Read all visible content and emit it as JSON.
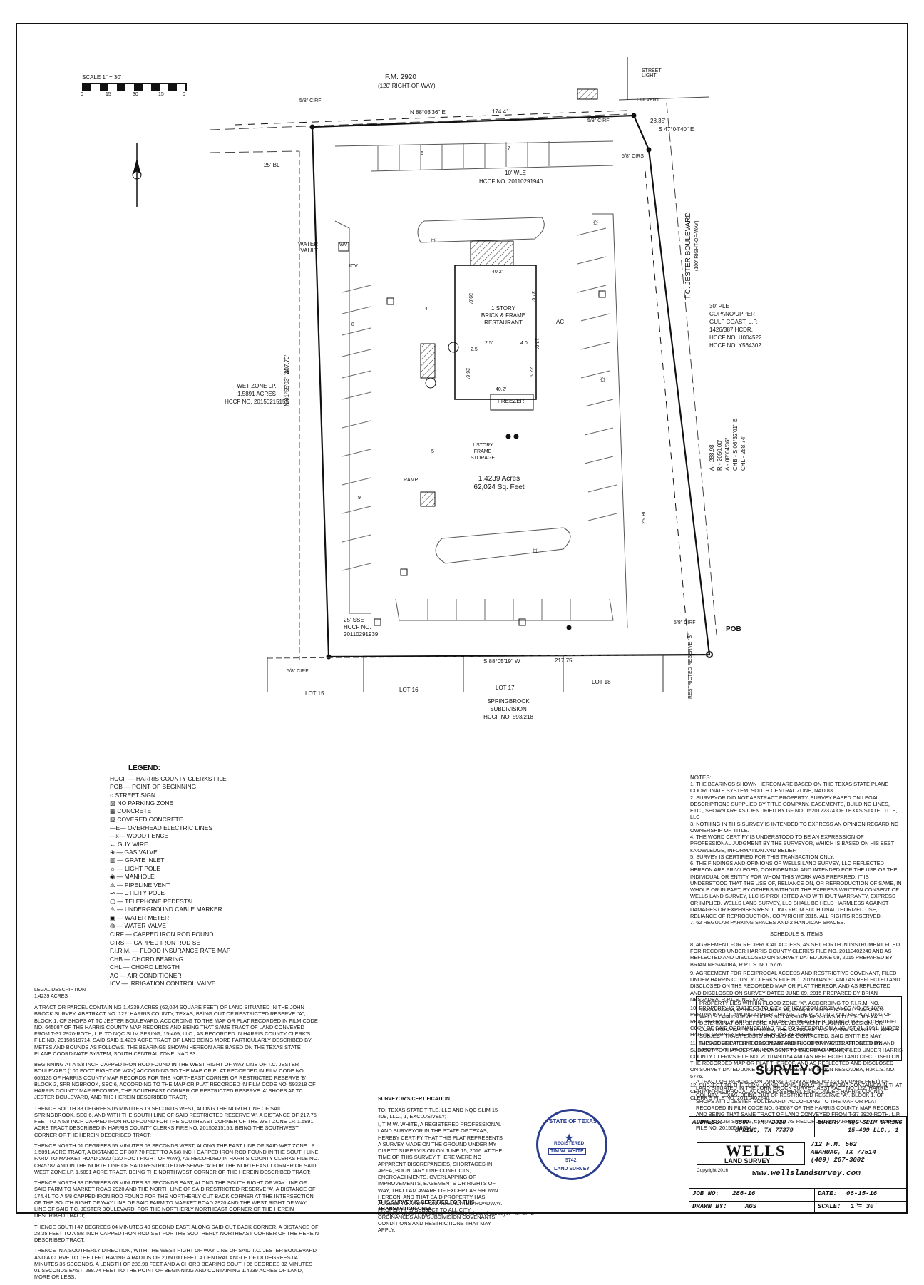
{
  "scale": {
    "label": "SCALE 1\" = 30'",
    "ticks": [
      "0",
      "15",
      "30",
      "15",
      "0"
    ]
  },
  "site": {
    "road_north": "F.M. 2920",
    "road_north_row": "(120' RIGHT-OF-WAY)",
    "road_east": "T.C. JESTER BOULEVARD",
    "road_east_row": "(100' RIGHT-OF-WAY)",
    "street_light": "STREET LIGHT",
    "culvert": "CULVERT",
    "bearing_north": "N 88°03'36\" E",
    "dist_north": "174.41'",
    "dist_cut": "28.35'",
    "bearing_cut": "S 47°04'40\" E",
    "bearing_west": "N 01°55'03\" W",
    "dist_west": "307.70'",
    "bearing_south": "S 88°05'19\" W",
    "dist_south": "217.75'",
    "curve": [
      "A - 288.98'",
      "R - 2050.00'",
      "Δ - 08°04'36\"",
      "CHB - S 06°32'01\" E",
      "CHL - 288.74'"
    ],
    "cirf": "5/8\" CIRF",
    "cirs": "5/8\" CIRS",
    "bl": "25' BL",
    "bl_east": "25' BL",
    "wle": [
      "10' WLE",
      "HCCF NO. 20110291940"
    ],
    "water_vault": "WATER VAULT",
    "icv": "ICV",
    "wv": "WV",
    "building": [
      "1 STORY",
      "BRICK & FRAME",
      "RESTAURANT"
    ],
    "dims": [
      "40.2'",
      "39.0'",
      "37.6'",
      "2.5'",
      "4.0'",
      "13.0'",
      "2.5'",
      "26.6'",
      "22.6'",
      "40.2'"
    ],
    "ac": "AC",
    "freezer": "FREEZER",
    "storage": [
      "1 STORY",
      "FRAME",
      "STORAGE"
    ],
    "area": [
      "1.4239 Acres",
      "62,024 Sq. Feet"
    ],
    "ramp": "RAMP",
    "wetzone": [
      "WET ZONE LP.",
      "1.5891 ACRES",
      "HCCF NO. 20150215155"
    ],
    "ple": [
      "30' PLE",
      "COPANO/UPPER",
      "GULF COAST, L.P.",
      "1426/387 HCDR,",
      "HCCF NO. U004522",
      "HCCF NO. Y564302"
    ],
    "sse": [
      "25' SSE",
      "HCCF NO.",
      "20110291939"
    ],
    "pob": "POB",
    "lots": [
      "LOT 15",
      "LOT 16",
      "LOT 17",
      "LOT 18"
    ],
    "subdivision": [
      "SPRINGBROOK",
      "SUBDIVISION",
      "HCCF NO. 593/218"
    ],
    "restricted": "RESTRICTED RESERVE \"B\"",
    "space_counts": [
      "6",
      "7",
      "4",
      "8",
      "5",
      "9"
    ]
  },
  "legend": {
    "title": "LEGEND:",
    "items": [
      "HCCF — HARRIS COUNTY CLERKS FILE",
      "POB — POINT OF BEGINNING",
      "○ STREET SIGN",
      "▨ NO PARKING ZONE",
      "▦ CONCRETE",
      "▧ COVERED CONCRETE",
      "—E— OVERHEAD ELECTRIC LINES",
      "—x— WOOD FENCE",
      "← GUY WIRE",
      "⊕ — GAS VALVE",
      "▥ — GRATE INLET",
      "☼ — LIGHT POLE",
      "◉ — MANHOLE",
      "⚠ — PIPELINE VENT",
      "⊸ — UTILITY POLE",
      "▢ — TELEPHONE PEDESTAL",
      "⚠ — UNDERGROUND CABLE MARKER",
      "▣ — WATER METER",
      "◍ — WATER VALVE",
      "CIRF — CAPPED IRON ROD FOUND",
      "CIRS — CAPPED IRON ROD SET",
      "F.I.R.M. — FLOOD INSURANCE RATE MAP",
      "CHB — CHORD BEARING",
      "CHL — CHORD LENGTH",
      "AC — AIR CONDITIONER",
      "ICV — IRRIGATION CONTROL VALVE"
    ]
  },
  "notes": {
    "title": "NOTES:",
    "items": [
      "1. THE BEARINGS SHOWN HEREON ARE BASED ON THE TEXAS STATE PLANE COORDINATE SYSTEM, SOUTH CENTRAL ZONE, NAD 83.",
      "2. SURVEYOR DID NOT ABSTRACT PROPERTY. SURVEY BASED ON LEGAL DESCRIPTIONS SUPPLIED BY TITLE COMPANY. EASEMENTS, BUILDING LINES, ETC., SHOWN ARE AS IDENTIFIED BY GF NO. 1520122374 OF TEXAS STATE TITLE, LLC",
      "3. NOTHING IN THIS SURVEY IS INTENDED TO EXPRESS AN OPINION REGARDING OWNERSHIP OR TITLE.",
      "4. THE WORD CERTIFY IS UNDERSTOOD TO BE AN EXPRESSION OF PROFESSIONAL JUDGMENT BY THE SURVEYOR, WHICH IS BASED ON HIS BEST KNOWLEDGE, INFORMATION AND BELIEF.",
      "5. SURVEY IS CERTIFIED FOR THIS TRANSACTION ONLY.",
      "6. THE FINDINGS AND OPINIONS OF WELLS LAND SURVEY, LLC REFLECTED HEREON ARE PRIVILEGED, CONFIDENTIAL AND INTENDED FOR THE USE OF THE INDIVIDUAL OR ENTITY FOR WHOM THIS WORK WAS PREPARED. IT IS UNDERSTOOD THAT THE USE OF, RELIANCE ON, OR REPRODUCTION OF SAME, IN WHOLE OR IN PART, BY OTHERS WITHOUT THE EXPRESS WRITTEN CONSENT OF WELLS LAND SURVEY, LLC IS PROHIBITED AND WITHOUT WARRANTY, EXPRESS OR IMPLIED. WELLS LAND SURVEY, LLC SHALL BE HELD HARMLESS AGAINST DAMAGES OR EXPENSES RESULTING FROM SUCH UNAUTHORIZED USE, RELIANCE OF REPRODUCTION. COPYRIGHT 2015. ALL RIGHTS RESERVED.",
      "7. 62 REGULAR PARKING SPACES AND 2 HANDICAP SPACES."
    ],
    "schedule_title": "SCHEDULE B: ITEMS",
    "schedule": [
      "8. AGREEMENT FOR RECIPROCAL ACCESS, AS SET FORTH IN INSTRUMENT FILED FOR RECORD UNDER HARRIS COUNTY CLERK'S FILE NO. 20110402240 AND AS REFLECTED AND DISCLOSED ON SURVEY DATED JUNE 09, 2015 PREPARED BY BRIAN NESVADBA, R.P.L.S. NO. 5776.",
      "9. AGREEMENT FOR RECIPROCAL ACCESS AND RESTRICTIVE COVENANT, FILED UNDER HARRIS COUNTY CLERK'S FILE NO. 20150045091 AND AS REFLECTED AND DISCLOSED ON THE RECORDED MAP OR PLAT THEREOF, AND AS REFLECTED AND DISCLOSED ON SURVEY DATED JUNE 09, 2015 PREPARED BY BRIAN NESVADBA, R.P.L.S. NO. 5776.",
      "10. PROPERTY IS SUBJECT TO CITY OF HOUSTON ORDINANCE NO. 85-1878, PERTAINING TO, AMONG OTHER THINGS, THE PLATTING AND RE-PLATTING OF REAL PROPERTY AND TO THE ESTABLISHMENT OF BUILDING LINES. A CERTIFIED COPY OF SAID ORDINANCE WAS FILE FOR RECORD ON AUGUST 01, 1991, UNDER HARRIS COUNTY CLERK'S FILE NO(S). N-253886.",
      "11. THE ABOVE PIPELINE EASEMENT AND RIGHT OF WAY BE AFFECTED BY, AND SUBJECT TO THAT CERTAIN CONSENT TO ENCROACHMENT, FILED UNDER HARRIS COUNTY CLERK'S FILE NO. 20110490154 AND AS REFLECTED AND DISCLOSED ON THE RECORDED MAP OR PLAT THEREOF, AND AS REFLECTED AND DISCLOSED ON SURVEY DATED JUNE 09, 2015 PREPARED BY BRIAN NESVADBA, R.P.L.S. NO. 5776.",
      "12. SUBJECT TO THE TERM, CONDITIONS, AND STIPULATIONS CONTAINED IN THAT CERTAIN RECIPROCAL ACCESS EASEMENT, FILED UNDER HARRIS COUNTY CLERK'S FILE NO. 20110402240."
    ]
  },
  "flood": "PROPERTY LIES WITHIN FLOOD ZONE \"X\", ACCORDING TO F.I.R.M. NO. 48201C0235M, DATED OCTOBER 16, 2013, BY GRAPHIC PLOTTING ONLY. WELLS LAND SURVEY DOES NOT ASSUME RESPONSIBILITY FOR EXACT DETERMINATION. BEFORE ANY DEVELOPMENT PLANNING, DESIGN, OR CONSTRUCTION IS STARTED, THE COMMUNITY, CITY, AND COUNTY IN WHICH SUBJECT TRACT EXISTS SHOULD BE CONTACTED. SAID ENTITIES MAY IMPOSE GREATER FLOOD PLAIN AND FLOODWAY RESTRICTIONS THAN SHOWN BY THE F.I.R.M. THAT MAY AFFECT DEVELOPMENT.",
  "survey_of": {
    "title": "SURVEY OF",
    "text": "A TRACT OR PARCEL CONTAINING 1.4239 ACRES (62,024 SQUARE FEET) OF LAND SITUATED IN THE JOHN BROCK SURVEY, ABSTRACT NO. 122, HARRIS COUNTY, TEXAS, BEING OUT OF RESTRICTED RESERVE \"A\", BLOCK 1, OF SHOPS AT TC JESTER BOULEVARD, ACCORDING TO THE MAP OR PLAT RECORDED IN FILM CODE NO. 645087 OF THE HARRIS COUNTY MAP RECORDS AND BEING THAT SAME TRACT OF LAND CONVEYED FROM T-37 2920-ROTH, L.P. TO NQC SLIM SPRING, 15-409, LLC., AS RECORDED IN HARRIS COUNTY CLERK'S FILE NO. 20150519714."
  },
  "title_block": {
    "address_label": "ADDRESS:",
    "address": [
      "6507 F.M. 2920",
      "SPRING, TX 77379"
    ],
    "buyer_label": "BUYER:",
    "buyer": [
      "NQC SLIM SPRING",
      "15-409 LLC., 1"
    ],
    "company": "WELLS",
    "company_sub": "LAND SURVEY",
    "company_address": [
      "712 F.M. 562",
      "ANAHUAC, TX 77514",
      "(409) 267-3002"
    ],
    "copyright": "Copyright 2016",
    "website": "www.wellslandsurvey.com",
    "job_label": "JOB NO:",
    "job": "286-16",
    "date_label": "DATE:",
    "date": "06-15-16",
    "drawn_label": "DRAWN BY:",
    "drawn": "AGS",
    "scale_label": "SCALE:",
    "scale": "1\"= 30'"
  },
  "legal": {
    "title": "LEGAL DESCRIPTION",
    "subtitle": "1.4239 ACRES",
    "paragraphs": [
      "A TRACT OR PARCEL CONTAINING 1.4239 ACRES (62,024 SQUARE FEET) OF LAND SITUATED IN THE JOHN BROCK SURVEY, ABSTRACT NO. 122, HARRIS COUNTY, TEXAS, BEING OUT OF RESTRICTED RESERVE \"A\", BLOCK 1, OF SHOPS AT TC JESTER BOULEVARD, ACCORDING TO THE MAP OR PLAT RECORDED IN FILM CODE NO. 645087 OF THE HARRIS COUNTY MAP RECORDS AND BEING THAT SAME TRACT OF LAND CONVEYED FROM T-37 2920-ROTH, L.P. TO NQC SLIM SPRING, 15-409, LLC., AS RECORDED IN HARRIS COUNTY CLERK'S FILE NO. 20150519714, SAID SAID 1.4239 ACRE TRACT OF LAND BEING MORE PARTICULARLY DESCRIBED BY METES AND BOUNDS AS FOLLOWS. THE BEARINGS SHOWN HEREON ARE BASED ON THE TEXAS STATE PLANE COORDINATE SYSTEM, SOUTH CENTRAL ZONE, NAD 83:",
      "BEGINNING AT A 5/8 INCH CAPPED IRON ROD FOUND IN THE WEST RIGHT OF WAY LINE OF T.C. JESTER BOULEVARD (100 FOOT RIGHT OF WAY) ACCORDING TO THE MAP OR PLAT RECORDED IN FILM CODE NO. 605135 OF HARRIS COUNTY MAP RECORDS FOR THE NORTHEAST CORNER OF RESTRICTED RESERVE 'B', BLOCK 2, SPRINGBROOK, SEC 6, ACCORDING TO THE MAP OR PLAT RECORDED IN FILM CODE NO. 593218 OF HARRIS COUNTY MAP RECORDS, THE SOUTHEAST CORNER OF RESTRICTED RESERVE 'A' SHOPS AT TC JESTER BOULEVARD, AND THE HEREIN DESCRIBED TRACT;",
      "THENCE SOUTH 88 DEGREES 05 MINUTES 19 SECONDS WEST, ALONG THE NORTH LINE OF SAID SPRINGBROOK, SEC 6, AND WITH THE SOUTH LINE OF SAID RESTRICTED RESERVE 'A', A DISTANCE OF 217.75 FEET TO A 5/8 INCH CAPPED IRON ROD FOUND FOR THE SOUTHEAST CORNER OF THE WET ZONE LP. 1.5891 ACRE TRACT DESCRIBED IN HARRIS COUNTY CLERKS FIRE NO. 20150215155, BEING THE SOUTHWEST CORNER OF THE HEREIN DESCRIBED TRACT;",
      "THENCE NORTH 01 DEGREES 55 MINUTES 03 SECONDS WEST, ALONG THE EAST LINE OF SAID WET ZONE LP. 1.5891 ACRE TRACT, A DISTANCE OF 307.70 FEET TO A 5/8 INCH CAPPED IRON ROD FOUND IN THE SOUTH LINE FARM TO MARKET ROAD 2920 (120 FOOT RIGHT OF WAY), AS RECORDED IN HARRIS COUNTY CLERKS FILE NO. C845787 AND IN THE NORTH LINE OF SAID RESTRICTED RESERVE 'A' FOR THE NORTHEAST CORNER OF SAID WEST ZONE LP. 1.5891 ACRE TRACT, BEING THE NORTHWEST CORNER OF THE HEREIN DESCRIBED TRACT;",
      "THENCE NORTH 88 DEGREES 03 MINUTES 36 SECONDS EAST, ALONG THE SOUTH RIGHT OF WAY LINE OF SAID FARM TO MARKET ROAD 2920 AND THE NORTH LINE OF SAID RESTRICTED RESERVE 'A', A DISTANCE OF 174.41 TO A 5/8 CAPPED IRON ROD FOUND FOR THE NORTHERLY CUT BACK CORNER AT THE INTERSECTION OF THE SOUTH RIGHT OF WAY LINE OF SAID FARM TO MARKET ROAD 2920 AND THE WEST RIGHT OF WAY LINE OF SAID T.C. JESTER BOULEVARD, FOR THE NORTHERLY NORTHEAST CORNER OF THE HEREIN DESCRIBED TRACT;",
      "THENCE SOUTH 47 DEGREES 04 MINUTES 40 SECOND EAST, ALONG SAID CUT BACK CORNER, A DISTANCE OF 28.35 FEET TO A 5/8 INCH CAPPED IRON ROD SET FOR THE SOUTHERLY NORTHEAST CORNER OF THE HEREIN DESCRIBED TRACT;",
      "THENCE IN A SOUTHERLY DIRECTION, WITH THE WEST RIGHT OF WAY LINE OF SAID T.C. JESTER BOULEVARD AND A CURVE TO THE LEFT HAVING A RADIUS OF 2,050.00 FEET, A CENTRAL ANGLE OF 08 DEGREES 04 MINUTES 36 SECONDS, A LENGTH OF 288.98 FEET AND A CHORD BEARING SOUTH 06 DEGREES 32 MINUTES 01 SECONDS EAST, 288.74 FEET TO THE POINT OF BEGINNING AND CONTAINING 1.4239 ACRES OF LAND, MORE OR LESS."
    ]
  },
  "certification": {
    "title": "SURVEYOR'S CERTIFICATION",
    "to": "TO: TEXAS STATE TITLE, LLC AND NQC SLIM 15-409, LLC., 1, EXCLUSIVELY;",
    "body": "I, TIM W. WHITE, A REGISTERED PROFESSIONAL LAND SURVEYOR IN THE STATE OF TEXAS, HEREBY CERTIFY THAT THIS PLAT REPRESENTS A SURVEY MADE ON THE GROUND UNDER MY DIRECT SUPERVISION ON JUNE 15, 2016. AT THE TIME OF THIS SURVEY THERE WERE NO APPARENT DISCREPANCIES, SHORTAGES IN AREA, BOUNDARY LINE CONFLICTS, ENCROACHMENTS, OVERLAPPING OF IMPROVEMENTS, EASEMENTS OR RIGHTS OF WAY, THAT I AM AWARE OF EXCEPT AS SHOWN HEREON, AND THAT SAID PROPERTY HAS ACCESS TO AND FROM A DEDICATED ROADWAY. PROPERTY IS SUBJECT TO ALL CITY ORDINANCES AND SUBDIVISION COVENANTS, CONDITIONS AND RESTRICTIONS THAT MAY APPLY.",
    "certified": "THIS SURVEY IS CERTIFIED FOR THIS TRANSACTION ONLY.",
    "signature": "Tim Wells White, Registered Professional Land Surveyor No. 5742"
  },
  "seal": {
    "top": "STATE OF TEXAS",
    "mid": "REGISTERED",
    "name": "TIM W. WHITE",
    "num": "5742",
    "bottom": "LAND SURVEY"
  }
}
